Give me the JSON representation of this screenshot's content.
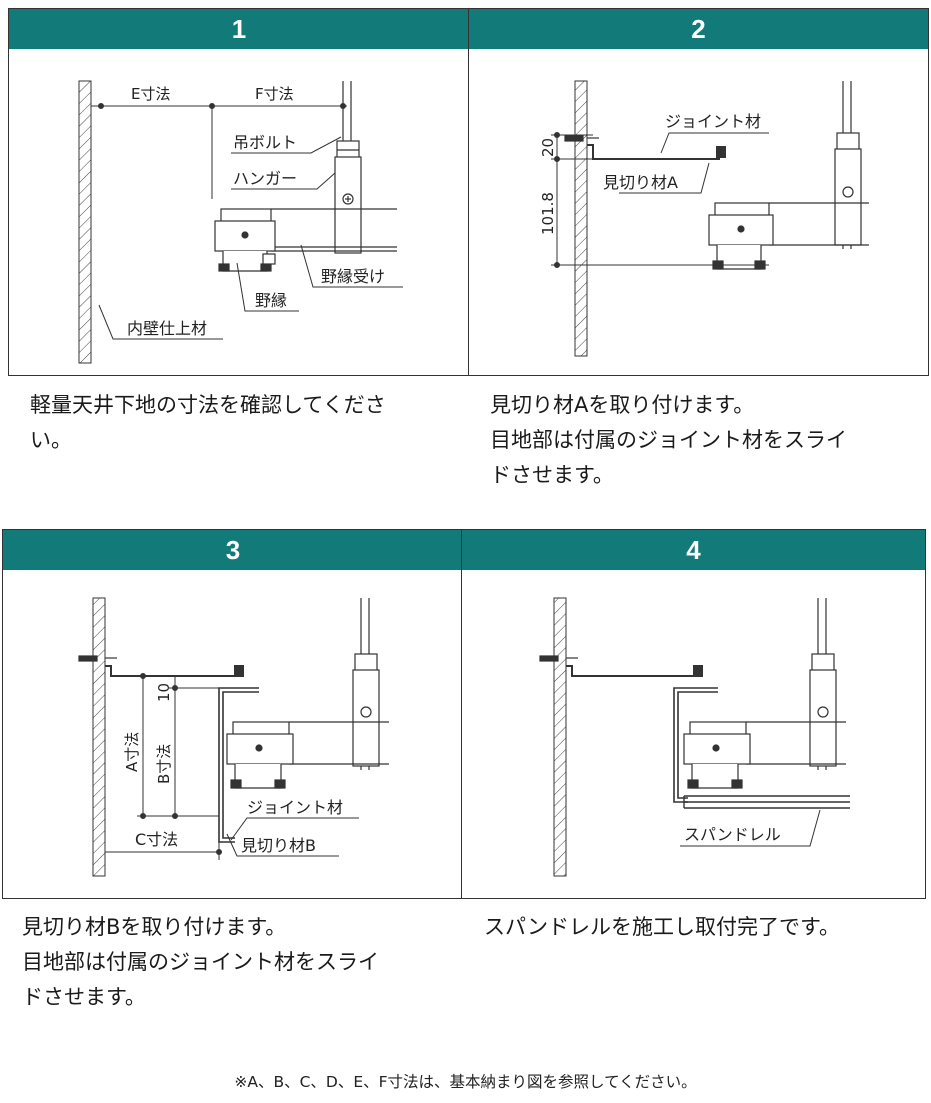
{
  "steps": [
    {
      "number": "1",
      "labels": {
        "e_dim": "E寸法",
        "f_dim": "F寸法",
        "hanging_bolt": "吊ボルト",
        "hanger": "ハンガー",
        "nobuchi_uke": "野縁受け",
        "nobuchi": "野縁",
        "inner_wall": "内壁仕上材"
      },
      "description": [
        "軽量天井下地の寸法を確認してくださ",
        "い。"
      ]
    },
    {
      "number": "2",
      "labels": {
        "joint": "ジョイント材",
        "mikiri_a": "見切り材A",
        "dim_20": "20",
        "dim_101_8": "101.8"
      },
      "description": [
        "見切り材Aを取り付けます。",
        "目地部は付属のジョイント材をスライ",
        "ドさせます。"
      ]
    },
    {
      "number": "3",
      "labels": {
        "a_dim": "A寸法",
        "b_dim": "B寸法",
        "c_dim": "C寸法",
        "dim_10": "10",
        "joint": "ジョイント材",
        "mikiri_b": "見切り材B"
      },
      "description": [
        "見切り材Bを取り付けます。",
        "目地部は付属のジョイント材をスライ",
        "ドさせます。"
      ]
    },
    {
      "number": "4",
      "labels": {
        "spandrel": "スパンドレル"
      },
      "description": [
        "スパンドレルを施工し取付完了です。"
      ]
    }
  ],
  "footnote": "※A、B、C、D、E、F寸法は、基本納まり図を参照してください。"
}
